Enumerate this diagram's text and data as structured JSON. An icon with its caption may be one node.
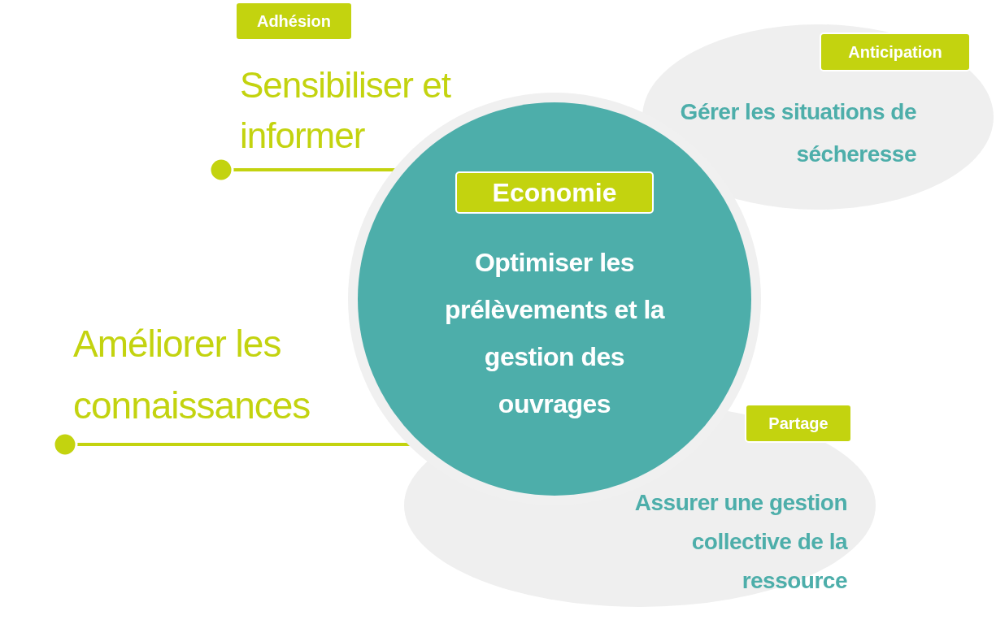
{
  "diagram": {
    "nodes": [
      {
        "text": [
          "Economie",
          "Optimiser les prélèvements et la gestion des ouvrages"
        ]
      },
      {
        "text": [
          "Anticipation",
          "Gérer les situations de sécheresse"
        ]
      },
      {
        "text": [
          "Partage",
          "Assurer une gestion collective de la ressource"
        ]
      },
      {
        "text": [
          "Adhésion",
          "Sensibiliser et informer"
        ]
      },
      {
        "text": [
          "Améliorer les connaissances"
        ]
      }
    ],
    "edges": [
      {
        "from": 3,
        "to": 0,
        "arrow": "other"
      },
      {
        "from": 4,
        "to": 0,
        "arrow": "other"
      }
    ]
  }
}
